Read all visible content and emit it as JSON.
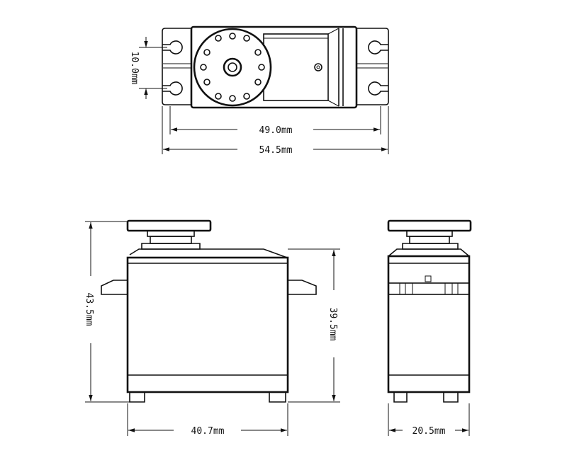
{
  "dimensions": {
    "mount_hole_spacing": "10.0mm",
    "mount_hole_span": "49.0mm",
    "overall_length": "54.5mm",
    "overall_height": "43.5mm",
    "body_height": "39.5mm",
    "body_length": "40.7mm",
    "body_width": "20.5mm"
  },
  "colors": {
    "line": "#111111",
    "background": "#ffffff"
  }
}
